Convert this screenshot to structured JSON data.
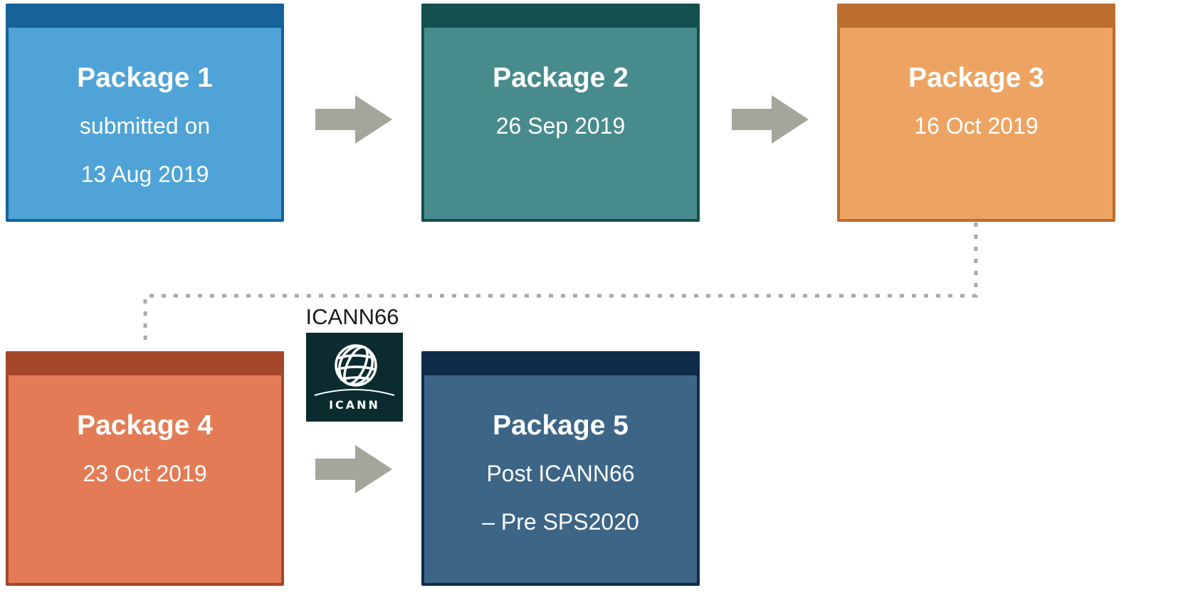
{
  "packages": [
    {
      "title": "Package 1",
      "line1": "submitted on",
      "line2": "13 Aug 2019",
      "fill": "#4fa3d6",
      "bar": "#16629a",
      "border": "#16629a"
    },
    {
      "title": "Package 2",
      "line1": "26 Sep 2019",
      "line2": "",
      "fill": "#488b8c",
      "bar": "#155050",
      "border": "#155050"
    },
    {
      "title": "Package 3",
      "line1": "16 Oct 2019",
      "line2": "",
      "fill": "#eda462",
      "bar": "#bc6e30",
      "border": "#bc6e30"
    },
    {
      "title": "Package 4",
      "line1": "23 Oct 2019",
      "line2": "",
      "fill": "#e37c56",
      "bar": "#a4462a",
      "border": "#a4462a"
    },
    {
      "title": "Package 5",
      "line1": "Post ICANN66",
      "line2": "– Pre SPS2020",
      "fill": "#3d6586",
      "bar": "#0e2c48",
      "border": "#0e2c48"
    }
  ],
  "milestone": {
    "caption": "ICANN66",
    "logo_text": "ICANN",
    "logo_bg": "#0b2b2e"
  },
  "colors": {
    "arrow": "#a6a59c",
    "connector": "#a9a9a9"
  },
  "icons": {
    "arrow": "right-arrow-icon",
    "logo": "icann-globe-logo"
  }
}
